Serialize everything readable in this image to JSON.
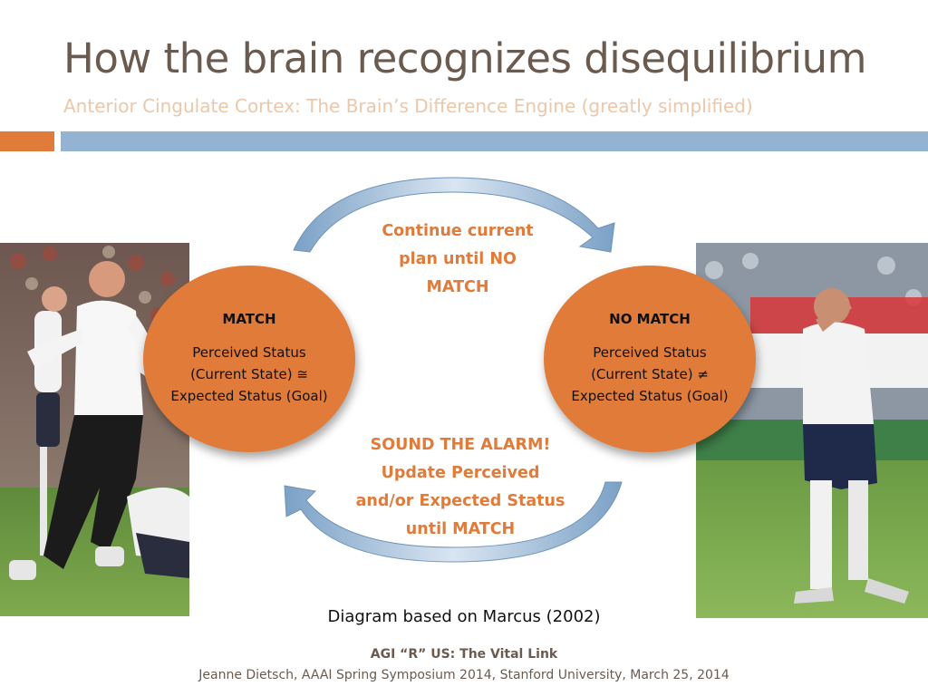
{
  "slide": {
    "title": "How the brain recognizes disequilibrium",
    "subtitle": "Anterior Cingulate Cortex: The Brain’s Difference Engine (greatly simplified)"
  },
  "diagram": {
    "match": {
      "heading": "MATCH",
      "body": "Perceived Status (Current State) ≅ Expected Status (Goal)"
    },
    "no_match": {
      "heading": "NO MATCH",
      "body": "Perceived Status (Current State) ≠ Expected Status (Goal)"
    },
    "top_label": "Continue current\nplan until NO\nMATCH",
    "bottom_label": "SOUND THE ALARM!\nUpdate Perceived\nand/or Expected Status\nuntil MATCH",
    "credit": "Diagram based on Marcus (2002)"
  },
  "footer": {
    "title": "AGI “R” US: The Vital Link",
    "line": "Jeanne Dietsch, AAAI Spring Symposium 2014, Stanford University, March 25, 2014"
  },
  "colors": {
    "accent_orange": "#e07b3a",
    "accent_blue": "#93b3d3",
    "title_brown": "#6b5a4e",
    "subtitle_peach": "#ecc7a8"
  }
}
